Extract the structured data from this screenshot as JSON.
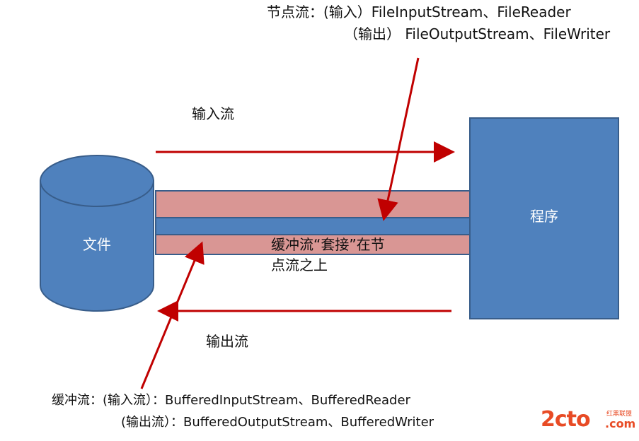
{
  "labels": {
    "node_stream_line1": "节点流：(输入）FileInputStream、FileReader",
    "node_stream_line2": "（输出） FileOutputStream、FileWriter",
    "input_stream": "输入流",
    "program": "程序",
    "file": "文件",
    "buffered_wrap_line1": "缓冲流“套接”在节",
    "buffered_wrap_line2": "点流之上",
    "output_stream": "输出流",
    "buffered_stream_line1": "缓冲流：(输入流）：BufferedInputStream、BufferedReader",
    "buffered_stream_line2": "(输出流）：BufferedOutputStream、BufferedWriter"
  },
  "watermark": {
    "main": "2cto",
    "sub": "红黑联盟",
    "dotcom": ".com"
  },
  "colors": {
    "file_blue": "#4f81bd",
    "file_stroke": "#385d8a",
    "program_blue": "#4f81bd",
    "band_pink": "#d99694",
    "band_stroke": "#385d8a",
    "arrow_red": "#c00000"
  }
}
